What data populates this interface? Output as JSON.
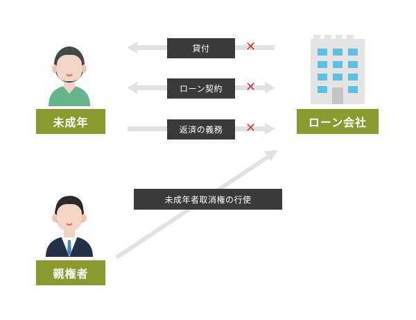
{
  "parties": {
    "minor": "未成年",
    "company": "ローン会社",
    "guardian": "親権者"
  },
  "relations": {
    "lending": "貸付",
    "loan_contract": "ローン契約",
    "repayment": "返済の義務",
    "rescission": "未成年者取消権の行使"
  },
  "marks": {
    "cross": "✕"
  },
  "colors": {
    "role_box": "#8a9a2e",
    "label_box": "#3a3a3a",
    "arrow": "#e2e2e2",
    "cross": "#e03030"
  }
}
